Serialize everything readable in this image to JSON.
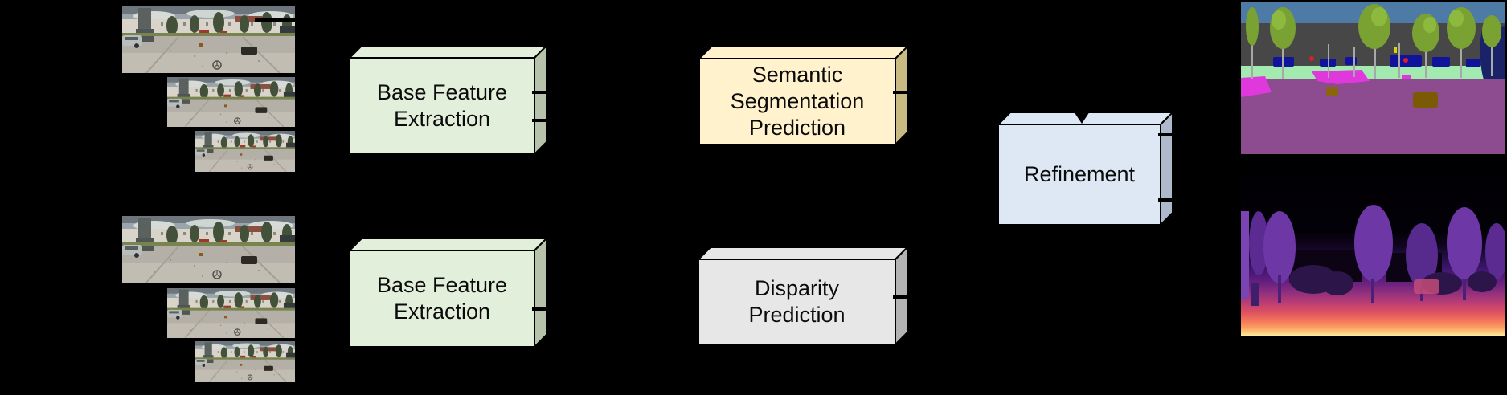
{
  "background": "#000000",
  "boxes": {
    "bfe1": {
      "label": "Base Feature\nExtraction",
      "fill": "#e2efda"
    },
    "bfe2": {
      "label": "Base Feature\nExtraction",
      "fill": "#e2efda"
    },
    "ssp": {
      "label": "Semantic\nSegmentation\nPrediction",
      "fill": "#fff2cc"
    },
    "dp": {
      "label": "Disparity\nPrediction",
      "fill": "#e8e7e7"
    },
    "ref": {
      "label": "Refinement",
      "fill": "#dde8f4"
    }
  },
  "inputs": {
    "top_stack_image_count": 3,
    "bottom_stack_image_count": 3,
    "content": "parking-lot street scene photographs"
  },
  "outputs": {
    "segmentation_map": "semantic segmentation color map",
    "disparity_map": "disparity heat map"
  }
}
